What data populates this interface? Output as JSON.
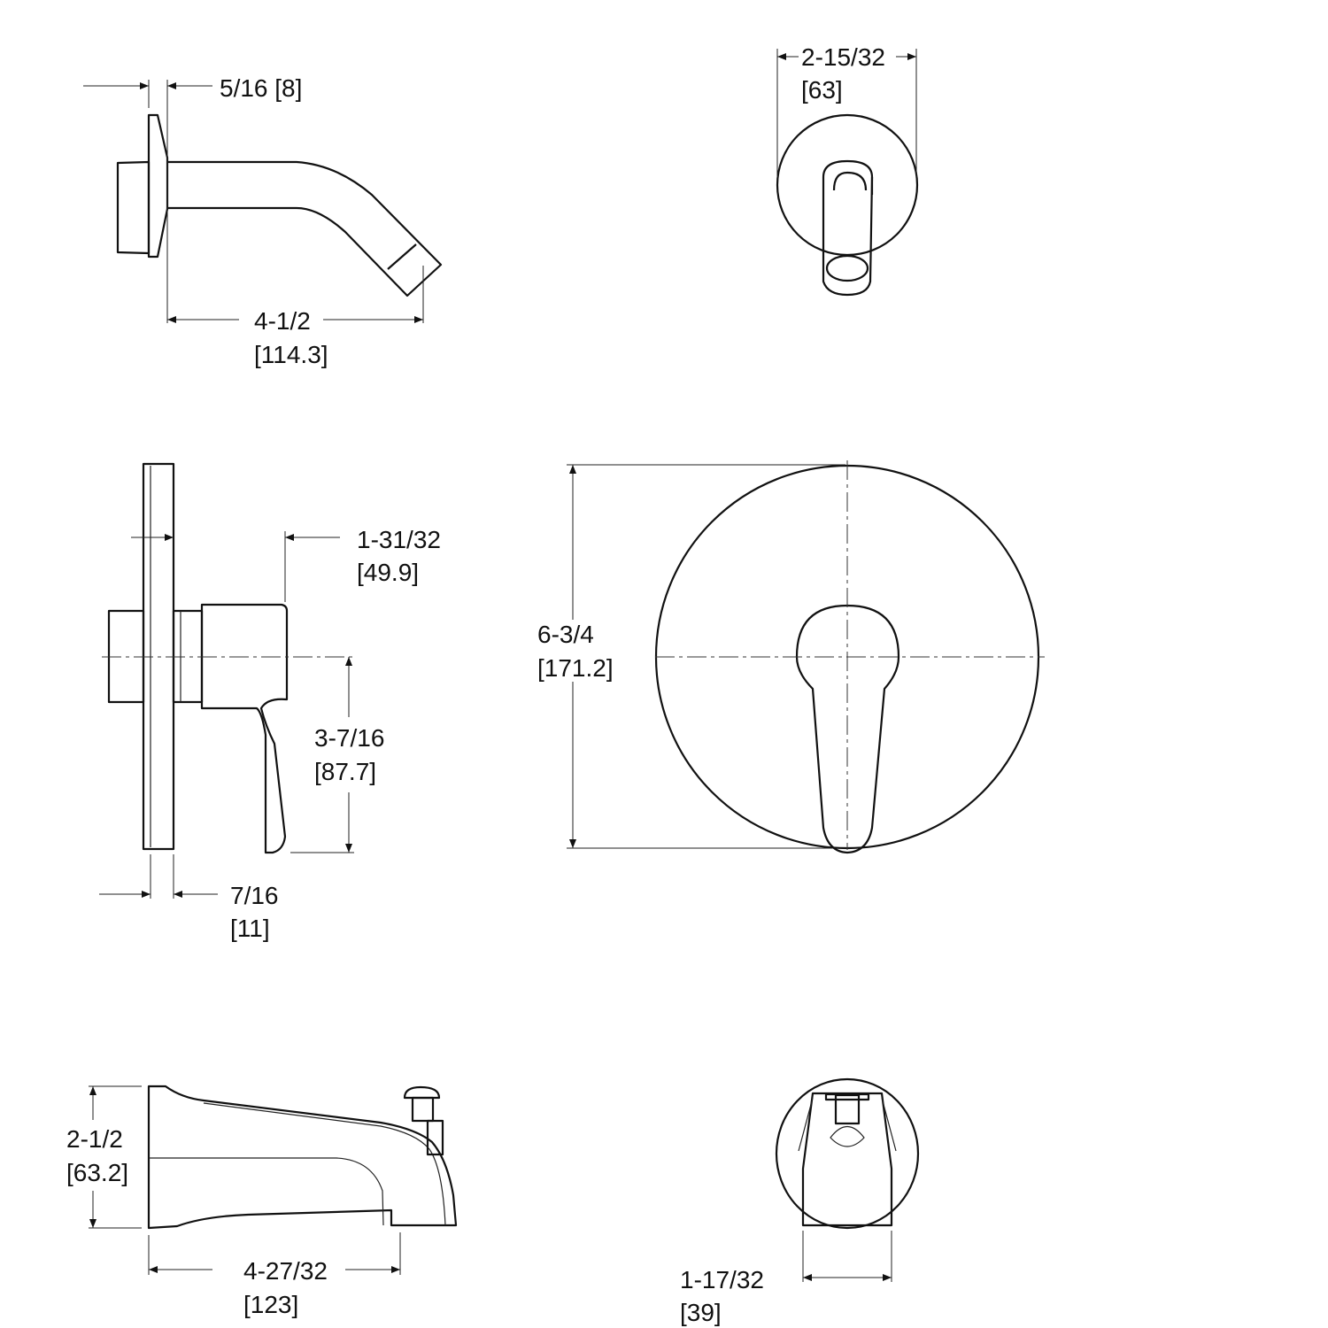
{
  "views": {
    "shower_arm_side": {
      "dim_flange": "5/16  [8]",
      "dim_length_in": "4-1/2",
      "dim_length_mm": "[114.3]"
    },
    "shower_arm_front": {
      "dim_diameter_in": "2-15/32",
      "dim_diameter_mm": "[63]"
    },
    "valve_side": {
      "dim_projection_in": "1-31/32",
      "dim_projection_mm": "[49.9]",
      "dim_handle_in": "3-7/16",
      "dim_handle_mm": "[87.7]",
      "dim_plate_in": "7/16",
      "dim_plate_mm": "[11]"
    },
    "valve_front": {
      "dim_diameter_in": "6-3/4",
      "dim_diameter_mm": "[171.2]"
    },
    "tub_spout_side": {
      "dim_height_in": "2-1/2",
      "dim_height_mm": "[63.2]",
      "dim_length_in": "4-27/32",
      "dim_length_mm": "[123]"
    },
    "tub_spout_front": {
      "dim_width_in": "1-17/32",
      "dim_width_mm": "[39]"
    }
  }
}
